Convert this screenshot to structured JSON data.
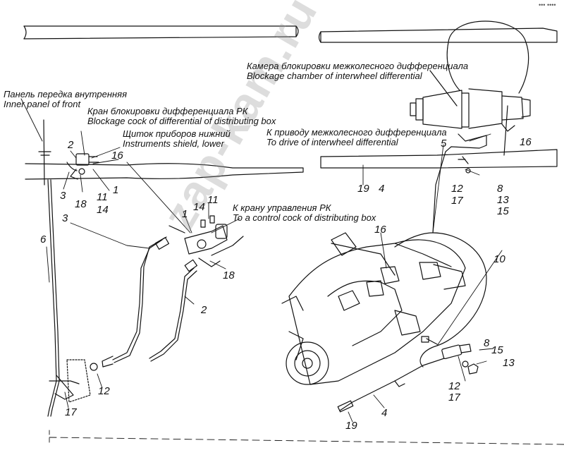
{
  "captions": {
    "inner_panel_ru": "Панель передка внутренняя",
    "inner_panel_en": "Inner panel of front",
    "blockage_cock_ru": "Кран блокировки дифференциала РК",
    "blockage_cock_en": "Blockage cock of differential of distributing box",
    "instruments_shield_ru": "Щиток приборов нижний",
    "instruments_shield_en": "Instruments shield, lower",
    "chamber_ru": "Камера блокировки межколесного дифференциала",
    "chamber_en": "Blockage chamber of interwheel differential",
    "drive_ru": "К приводу межколесного дифференциала",
    "drive_en": "To drive of interwheel differential",
    "control_cock_ru": "К крану управления РК",
    "control_cock_en": "To a control cock of distributing box"
  },
  "callouts": [
    "1",
    "2",
    "3",
    "4",
    "5",
    "6",
    "8",
    "10",
    "11",
    "12",
    "13",
    "14",
    "15",
    "16",
    "17",
    "18",
    "19"
  ],
  "watermark": "zap-kam.ru",
  "corner_mark": "••• ••••"
}
